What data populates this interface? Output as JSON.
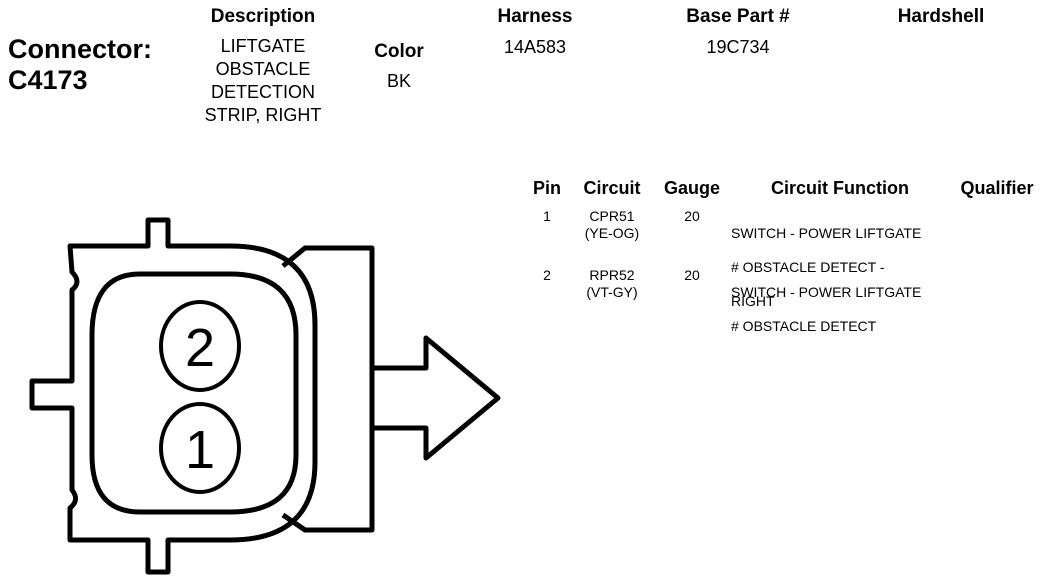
{
  "connector": {
    "label": "Connector:",
    "id": "C4173"
  },
  "header": {
    "description_label": "Description",
    "description_value": [
      "LIFTGATE",
      "OBSTACLE",
      "DETECTION",
      "STRIP, RIGHT"
    ],
    "color_label": "Color",
    "color_value": "BK",
    "harness_label": "Harness",
    "harness_value": "14A583",
    "base_part_label": "Base Part #",
    "base_part_value": "19C734",
    "hardshell_label": "Hardshell"
  },
  "pin_table": {
    "columns": [
      "Pin",
      "Circuit",
      "Gauge",
      "Circuit Function",
      "Qualifier"
    ],
    "rows": [
      {
        "pin": "1",
        "circuit": [
          "CPR51",
          "(YE-OG)"
        ],
        "gauge": "20",
        "function": [
          "SWITCH - POWER LIFTGATE",
          "# OBSTACLE DETECT -",
          "RIGHT"
        ],
        "qualifier": ""
      },
      {
        "pin": "2",
        "circuit": [
          "RPR52",
          "(VT-GY)"
        ],
        "gauge": "20",
        "function": [
          "SWITCH - POWER LIFTGATE",
          "# OBSTACLE DETECT"
        ],
        "qualifier": ""
      }
    ]
  },
  "diagram": {
    "pin_labels": [
      "2",
      "1"
    ],
    "stroke_color": "#000000"
  }
}
